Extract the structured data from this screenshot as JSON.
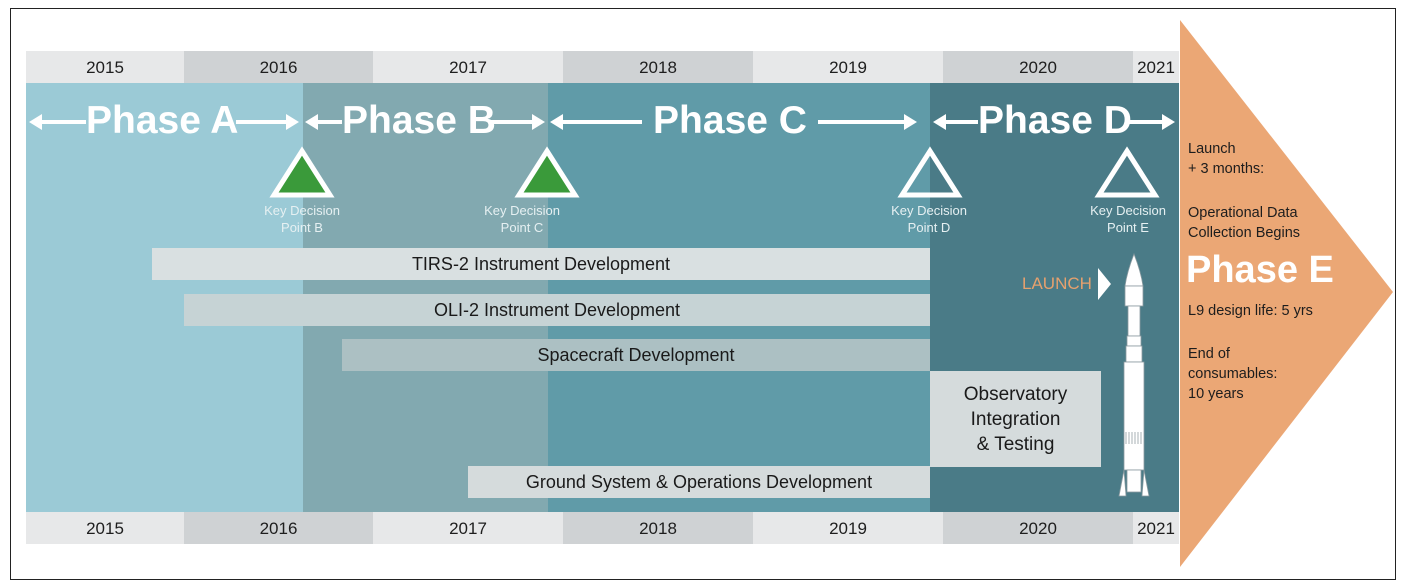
{
  "years": [
    "2015",
    "2016",
    "2017",
    "2018",
    "2019",
    "2020",
    "2021"
  ],
  "phases": {
    "a": "Phase A",
    "b": "Phase B",
    "c": "Phase C",
    "d": "Phase D",
    "e": "Phase E"
  },
  "key_decision_points": [
    {
      "line1": "Key Decision",
      "line2": "Point B",
      "status": "completed",
      "color": "#3a9a3a"
    },
    {
      "line1": "Key Decision",
      "line2": "Point C",
      "status": "completed",
      "color": "#3a9a3a"
    },
    {
      "line1": "Key Decision",
      "line2": "Point D",
      "status": "pending",
      "color": "none"
    },
    {
      "line1": "Key Decision",
      "line2": "Point E",
      "status": "pending",
      "color": "none"
    }
  ],
  "activities": {
    "tirs": "TIRS-2 Instrument Development",
    "oli": "OLI-2 Instrument Development",
    "spacecraft": "Spacecraft Development",
    "ground": "Ground System & Operations Development",
    "observatory": [
      "Observatory",
      "Integration",
      "& Testing"
    ]
  },
  "launch_label": "LAUNCH",
  "phase_e_notes": {
    "launch_plus": [
      "Launch",
      "+ 3 months:"
    ],
    "operational": [
      "Operational Data",
      "Collection Begins"
    ],
    "design_life": "L9 design life: 5 yrs",
    "consumables": [
      "End of",
      "consumables:",
      "10 years"
    ]
  },
  "colors": {
    "phase_a": "#9bcad6",
    "phase_b": "#82a9b0",
    "phase_c": "#609ba8",
    "phase_d": "#4a7b87",
    "phase_e_arrow": "#eba775",
    "kdp_complete": "#3a9a3a"
  }
}
